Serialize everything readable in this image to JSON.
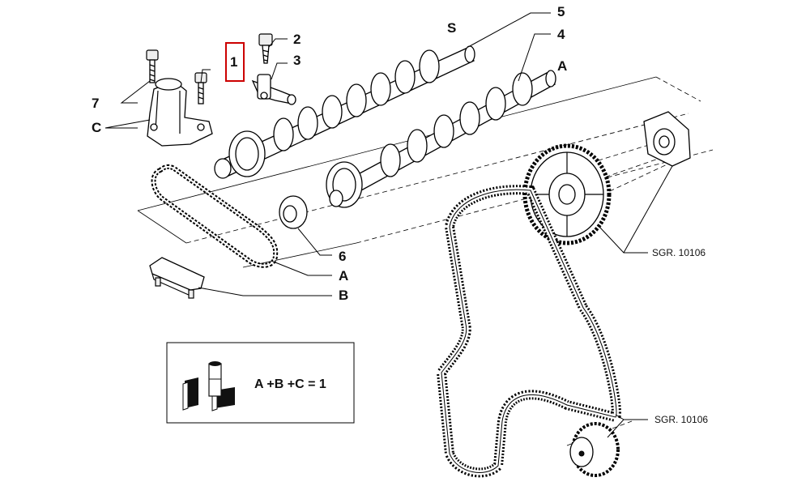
{
  "diagram": {
    "labels": {
      "part_1": "1",
      "part_2": "2",
      "part_3": "3",
      "part_4": "4",
      "part_5": "5",
      "part_6": "6",
      "part_7": "7",
      "part_c": "C",
      "part_s": "S",
      "part_a_top": "A",
      "part_a_chain": "A",
      "part_b": "B",
      "sgr_upper": "SGR. 10106",
      "sgr_lower": "SGR. 10106"
    },
    "kit_formula": "A +B +C = 1",
    "highlight_color": "#cc0000",
    "line_color": "#000000"
  }
}
